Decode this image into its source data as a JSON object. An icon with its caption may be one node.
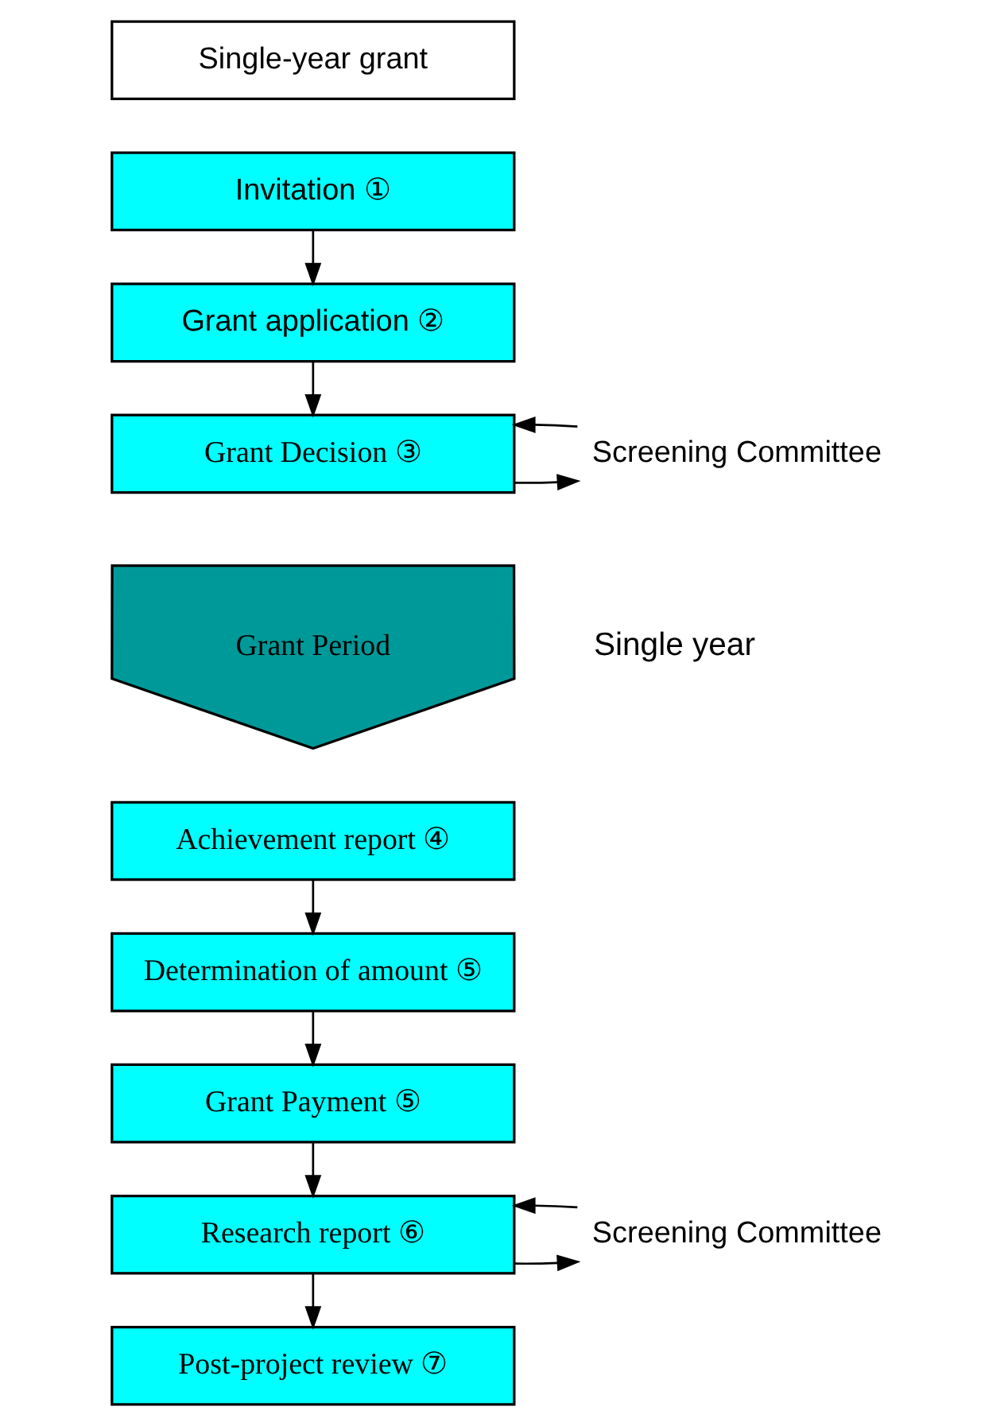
{
  "diagram": {
    "nodes": [
      {
        "text": [
          "Single-year grant"
        ]
      },
      {
        "text": [
          "Invitation ①"
        ]
      },
      {
        "text": [
          "Grant application ②"
        ]
      },
      {
        "text": [
          "Screening Committee"
        ]
      },
      {
        "text": [
          "Grant Decision ③"
        ]
      },
      {
        "text": [
          "Grant Period"
        ]
      },
      {
        "text": [
          "Achievement report ④"
        ]
      },
      {
        "text": [
          "Determination of amount ⑤"
        ]
      },
      {
        "text": [
          "Grant Payment ⑤"
        ]
      },
      {
        "text": [
          "Screening Committee"
        ]
      },
      {
        "text": [
          "Research report ⑥"
        ]
      },
      {
        "text": [
          "Post-project review ⑦"
        ]
      }
    ],
    "edges": [
      {
        "from": 1,
        "to": 2,
        "arrow": "to"
      },
      {
        "from": 2,
        "to": 4,
        "arrow": "to"
      },
      {
        "from": 4,
        "to": 3,
        "arrow": "to"
      },
      {
        "from": 3,
        "to": 4,
        "arrow": "to"
      },
      {
        "from": 6,
        "to": 7,
        "arrow": "to"
      },
      {
        "from": 7,
        "to": 8,
        "arrow": "to"
      },
      {
        "from": 8,
        "to": 10,
        "arrow": "to"
      },
      {
        "from": 10,
        "to": 9,
        "arrow": "to"
      },
      {
        "from": 9,
        "to": 10,
        "arrow": "to"
      },
      {
        "from": 10,
        "to": 11,
        "arrow": "to"
      }
    ],
    "labels": [
      "Single year"
    ]
  }
}
